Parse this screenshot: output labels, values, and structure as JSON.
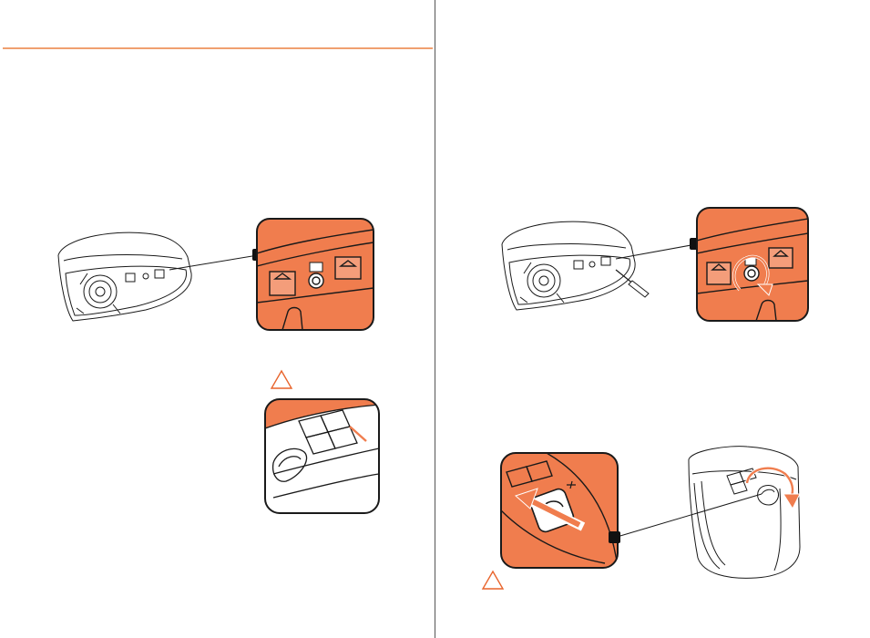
{
  "colors": {
    "accent": "#f07d4e",
    "rule": "#f0a070",
    "line": "#1a1a1a",
    "callout_marker": "#111111",
    "warning_outline": "#e8642c"
  },
  "spread": {
    "left_page": {
      "illustrations": [
        {
          "name": "device-rear-ports",
          "kind": "line-drawing"
        },
        {
          "name": "zoom-port-screw",
          "kind": "orange-inset"
        },
        {
          "name": "zoom-top-buttons",
          "kind": "orange-inset"
        }
      ],
      "warning_icons": 1
    },
    "right_page": {
      "illustrations": [
        {
          "name": "device-rear-screwdriver",
          "kind": "line-drawing"
        },
        {
          "name": "zoom-screw-rotate",
          "kind": "orange-inset"
        },
        {
          "name": "zoom-dial-rotate",
          "kind": "orange-inset"
        },
        {
          "name": "device-top-dial",
          "kind": "line-drawing"
        }
      ],
      "warning_icons": 1
    }
  }
}
